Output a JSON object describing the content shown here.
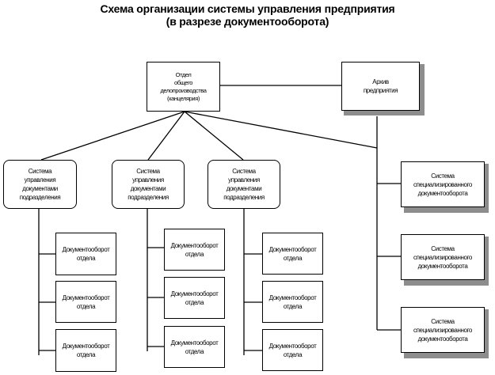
{
  "title": {
    "line1": "Схема организации системы управления предприятия",
    "line2": "(в разрезе документооборота)"
  },
  "office": {
    "lines": [
      "Отдел",
      "общего",
      "делопроизводства",
      "(канцелярия)"
    ]
  },
  "archive": {
    "lines": [
      "Архив",
      "предприятия"
    ]
  },
  "subsystems": [
    {
      "lines": [
        "Система",
        "управления",
        "документами",
        "подразделения"
      ],
      "departments": [
        {
          "lines": [
            "Документооборот",
            "отдела"
          ]
        },
        {
          "lines": [
            "Документооборот",
            "отдела"
          ]
        },
        {
          "lines": [
            "Документооборот",
            "отдела"
          ]
        }
      ]
    },
    {
      "lines": [
        "Система",
        "управления",
        "документами",
        "подразделения"
      ],
      "departments": [
        {
          "lines": [
            "Документооборот",
            "отдела"
          ]
        },
        {
          "lines": [
            "Документооборот",
            "отдела"
          ]
        },
        {
          "lines": [
            "Документооборот",
            "отдела"
          ]
        }
      ]
    },
    {
      "lines": [
        "Система",
        "управления",
        "документами",
        "подразделения"
      ],
      "departments": [
        {
          "lines": [
            "Документооборот",
            "отдела"
          ]
        },
        {
          "lines": [
            "Документооборот",
            "отдела"
          ]
        },
        {
          "lines": [
            "Документооборот",
            "отдела"
          ]
        }
      ]
    }
  ],
  "specialized": [
    {
      "lines": [
        "Система",
        "специализированного",
        "документооборота"
      ]
    },
    {
      "lines": [
        "Система",
        "специализированного",
        "документооборота"
      ]
    },
    {
      "lines": [
        "Система",
        "специализированного",
        "документооборота"
      ]
    }
  ]
}
